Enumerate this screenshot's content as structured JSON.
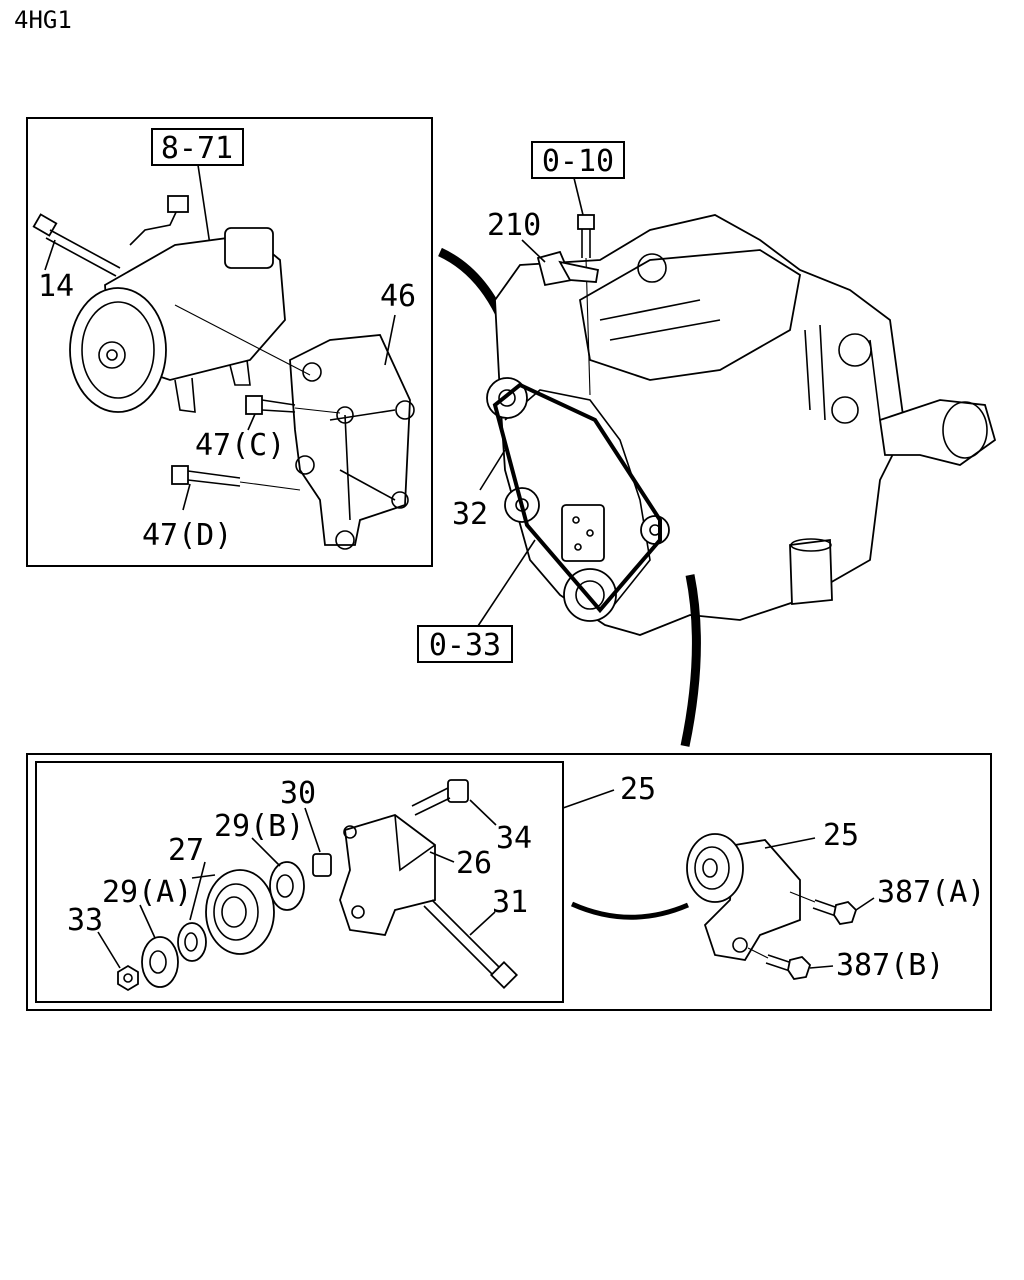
{
  "model_code": "4HG1",
  "ref_boxes": {
    "compressor_ref": "8-71",
    "bolt_ref": "0-10",
    "belt_ref": "0-33"
  },
  "callouts": {
    "c14": "14",
    "c46": "46",
    "c47c": "47(C)",
    "c47d": "47(D)",
    "c210": "210",
    "c32": "32",
    "c25_group": "25",
    "c25_assy": "25",
    "c30": "30",
    "c34": "34",
    "c29b": "29(B)",
    "c27": "27",
    "c26": "26",
    "c29a": "29(A)",
    "c31": "31",
    "c33": "33",
    "c387a": "387(A)",
    "c387b": "387(B)"
  }
}
